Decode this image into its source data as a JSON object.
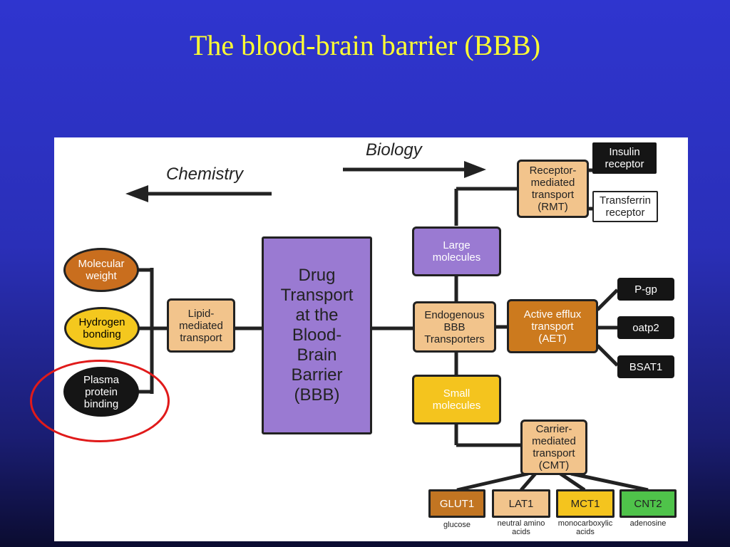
{
  "title": "The blood-brain barrier (BBB)",
  "diagram": {
    "biology": "Biology",
    "chemistry": "Chemistry",
    "molecular_weight": "Molecular\nweight",
    "hydrogen_bonding": "Hydrogen\nbonding",
    "plasma_protein_binding": "Plasma\nprotein\nbinding",
    "lipid_mediated": "Lipid-\nmediated\ntransport",
    "drug_transport": "Drug\nTransport\nat the\nBlood-\nBrain\nBarrier\n(BBB)",
    "large_molecules": "Large\nmolecules",
    "endogenous": "Endogenous\nBBB\nTransporters",
    "small_molecules": "Small\nmolecules",
    "rmt": "Receptor-\nmediated\ntransport\n(RMT)",
    "insulin": "Insulin\nreceptor",
    "transferrin": "Transferrin\nreceptor",
    "aet": "Active efflux\ntransport\n(AET)",
    "pgp": "P-gp",
    "oatp2": "oatp2",
    "bsat1": "BSAT1",
    "cmt": "Carrier-\nmediated\ntransport\n(CMT)",
    "glut1": "GLUT1",
    "lat1": "LAT1",
    "mct1": "MCT1",
    "cnt2": "CNT2",
    "glucose": "glucose",
    "neutral_amino_acids": "neutral amino\nacids",
    "monocarboxylic_acids": "monocarboxylic\nacids",
    "adenosine": "adenosine"
  }
}
